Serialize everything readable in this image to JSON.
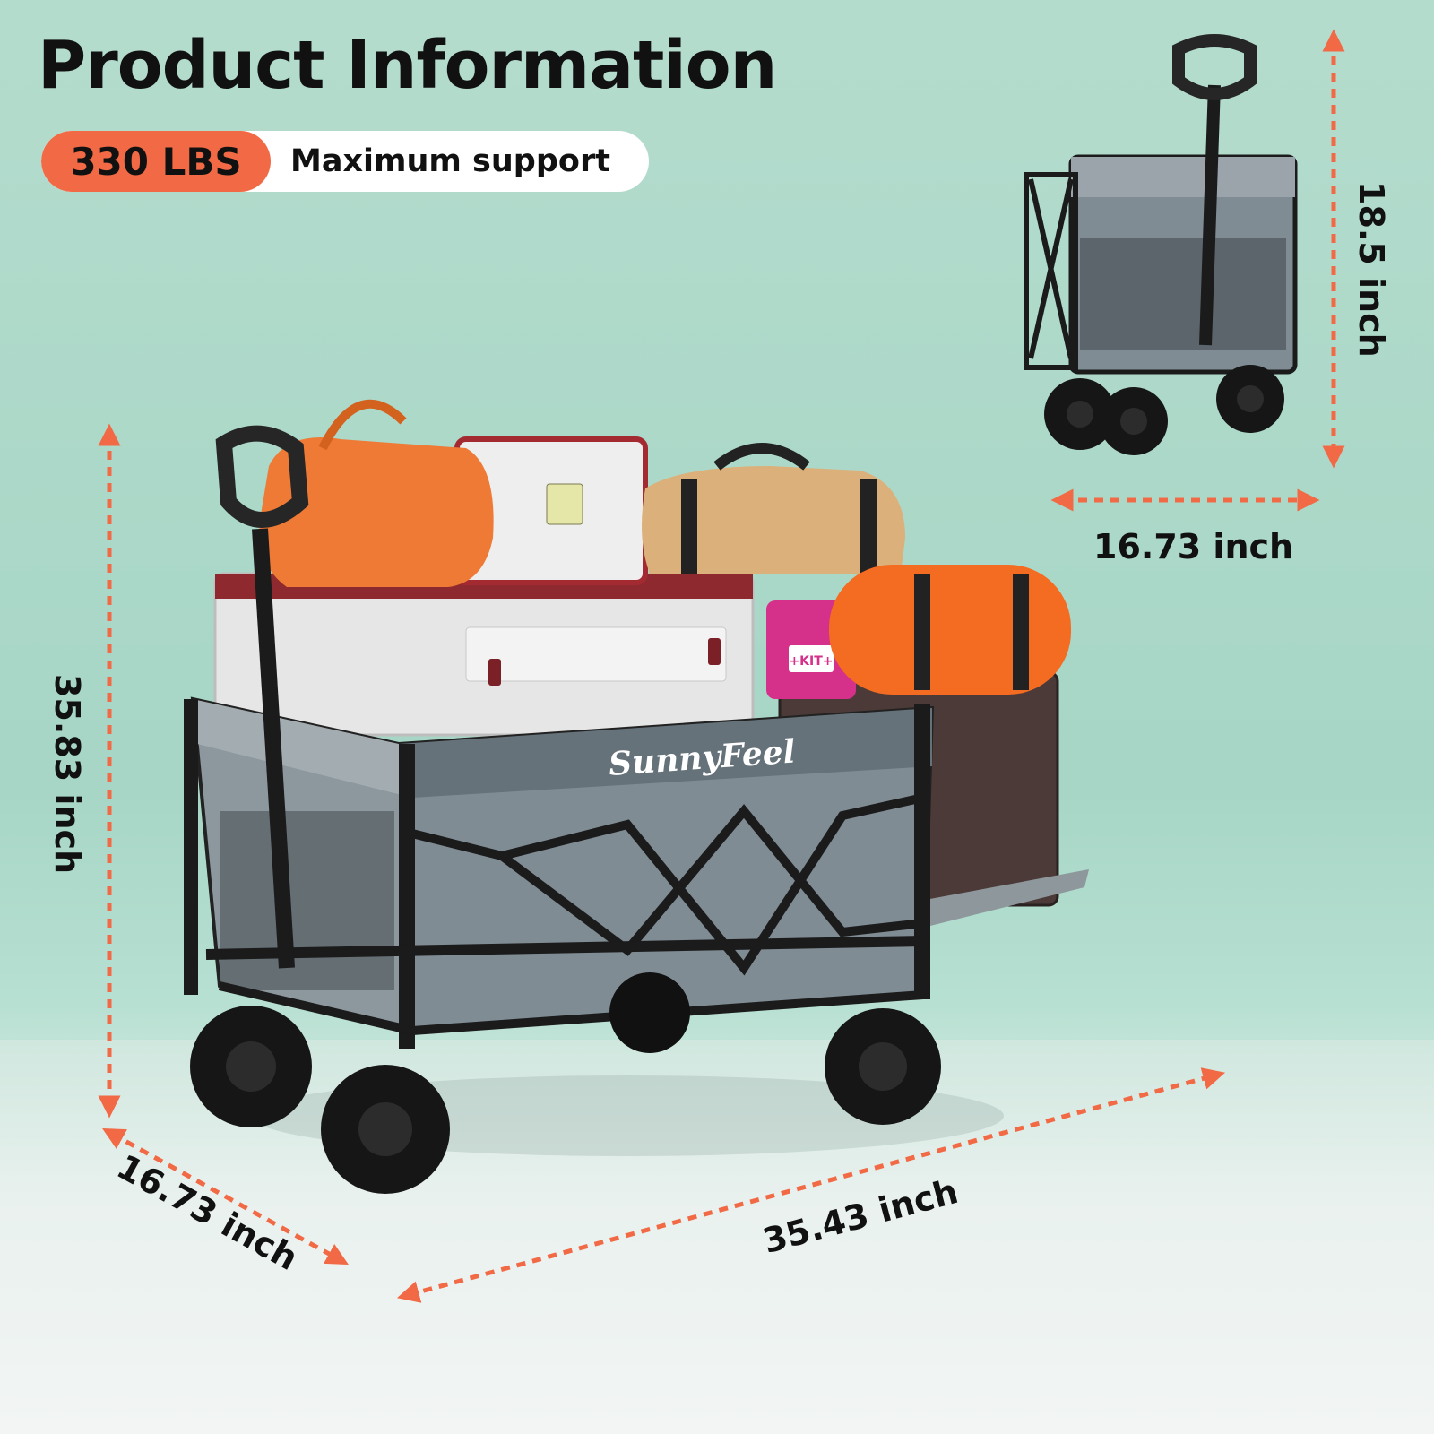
{
  "title": "Product Information",
  "capacity": {
    "value": "330 LBS",
    "label": "Maximum support"
  },
  "brand": "SunnyFeel",
  "first_aid_label": "+KIT+",
  "dimensions": {
    "height": "35.83 inch",
    "width": "16.73 inch",
    "length": "35.43 inch",
    "folded_height": "18.5 inch",
    "folded_width": "16.73 inch"
  },
  "colors": {
    "accent": "#f26a45",
    "frame": "#1b1b1b",
    "fabric": "#7f8c94"
  }
}
